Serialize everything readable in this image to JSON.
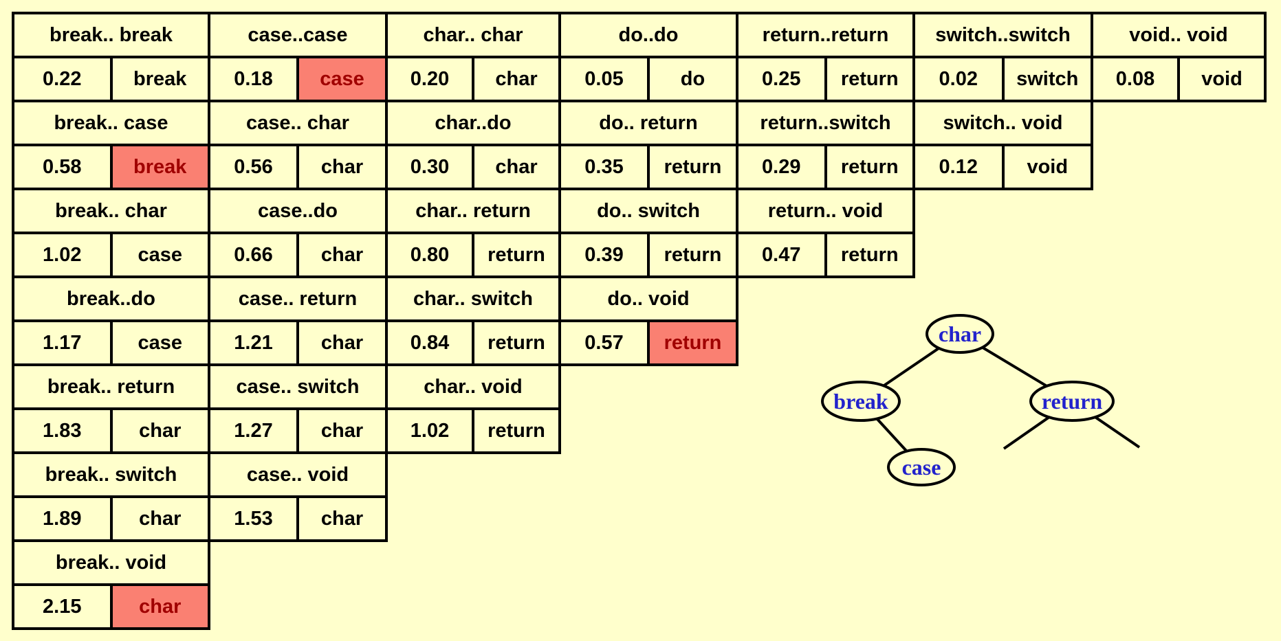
{
  "colors": {
    "background": "#FFFFCC",
    "cell_bg": "#FFFFCC",
    "border": "#000000",
    "text": "#000000",
    "highlight_bg": "#FA8072",
    "highlight_text": "#A00000",
    "tree_label": "#2222CC"
  },
  "matrix": {
    "columns": [
      {
        "key": "break",
        "blocks": [
          {
            "range": "break.. break",
            "cost": "0.22",
            "root": "break",
            "highlight": false
          },
          {
            "range": "break.. case",
            "cost": "0.58",
            "root": "break",
            "highlight": true
          },
          {
            "range": "break.. char",
            "cost": "1.02",
            "root": "case",
            "highlight": false
          },
          {
            "range": "break..do",
            "cost": "1.17",
            "root": "case",
            "highlight": false
          },
          {
            "range": "break.. return",
            "cost": "1.83",
            "root": "char",
            "highlight": false
          },
          {
            "range": "break.. switch",
            "cost": "1.89",
            "root": "char",
            "highlight": false
          },
          {
            "range": "break.. void",
            "cost": "2.15",
            "root": "char",
            "highlight": true
          }
        ]
      },
      {
        "key": "case",
        "blocks": [
          {
            "range": "case..case",
            "cost": "0.18",
            "root": "case",
            "highlight": true
          },
          {
            "range": "case.. char",
            "cost": "0.56",
            "root": "char",
            "highlight": false
          },
          {
            "range": "case..do",
            "cost": "0.66",
            "root": "char",
            "highlight": false
          },
          {
            "range": "case.. return",
            "cost": "1.21",
            "root": "char",
            "highlight": false
          },
          {
            "range": "case.. switch",
            "cost": "1.27",
            "root": "char",
            "highlight": false
          },
          {
            "range": "case.. void",
            "cost": "1.53",
            "root": "char",
            "highlight": false
          }
        ]
      },
      {
        "key": "char",
        "blocks": [
          {
            "range": "char.. char",
            "cost": "0.20",
            "root": "char",
            "highlight": false
          },
          {
            "range": "char..do",
            "cost": "0.30",
            "root": "char",
            "highlight": false
          },
          {
            "range": "char.. return",
            "cost": "0.80",
            "root": "return",
            "highlight": false
          },
          {
            "range": "char.. switch",
            "cost": "0.84",
            "root": "return",
            "highlight": false
          },
          {
            "range": "char.. void",
            "cost": "1.02",
            "root": "return",
            "highlight": false
          }
        ]
      },
      {
        "key": "do",
        "blocks": [
          {
            "range": "do..do",
            "cost": "0.05",
            "root": "do",
            "highlight": false
          },
          {
            "range": "do.. return",
            "cost": "0.35",
            "root": "return",
            "highlight": false
          },
          {
            "range": "do.. switch",
            "cost": "0.39",
            "root": "return",
            "highlight": false
          },
          {
            "range": "do.. void",
            "cost": "0.57",
            "root": "return",
            "highlight": true
          }
        ]
      },
      {
        "key": "return",
        "blocks": [
          {
            "range": "return..return",
            "cost": "0.25",
            "root": "return",
            "highlight": false
          },
          {
            "range": "return..switch",
            "cost": "0.29",
            "root": "return",
            "highlight": false
          },
          {
            "range": "return.. void",
            "cost": "0.47",
            "root": "return",
            "highlight": false
          }
        ]
      },
      {
        "key": "switch",
        "blocks": [
          {
            "range": "switch..switch",
            "cost": "0.02",
            "root": "switch",
            "highlight": false
          },
          {
            "range": "switch.. void",
            "cost": "0.12",
            "root": "void",
            "highlight": false
          }
        ]
      },
      {
        "key": "void",
        "blocks": [
          {
            "range": "void.. void",
            "cost": "0.08",
            "root": "void",
            "highlight": false
          }
        ]
      }
    ]
  },
  "tree": {
    "nodes": [
      {
        "id": "root",
        "label": "char"
      },
      {
        "id": "root-left",
        "label": "break"
      },
      {
        "id": "root-right",
        "label": "return"
      },
      {
        "id": "left-right",
        "label": "case"
      }
    ]
  }
}
